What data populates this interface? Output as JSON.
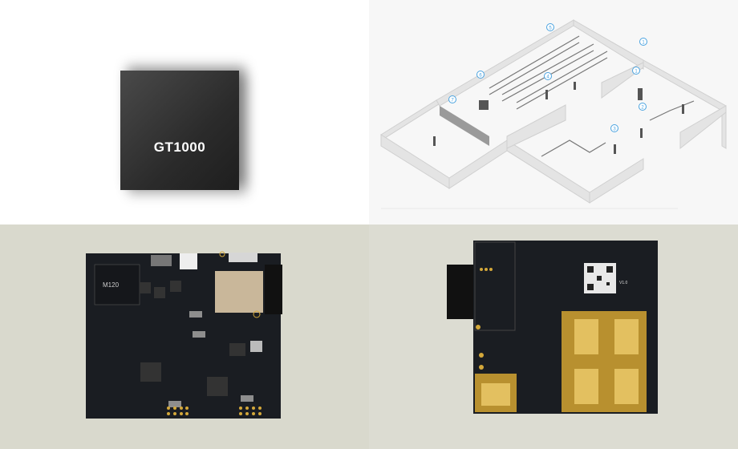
{
  "chip": {
    "label": "GT1000"
  },
  "diagram": {
    "callouts": [
      "1",
      "1",
      "2",
      "3",
      "4",
      "5",
      "6",
      "7"
    ]
  },
  "board_front": {
    "module_label": "M120"
  },
  "board_back": {
    "version_label": "V1.0"
  },
  "colors": {
    "callout": "#4aa3e0",
    "pcb": "#1a1d22",
    "gold": "#d4a83a",
    "photo_bg": "#d9d9cd"
  }
}
